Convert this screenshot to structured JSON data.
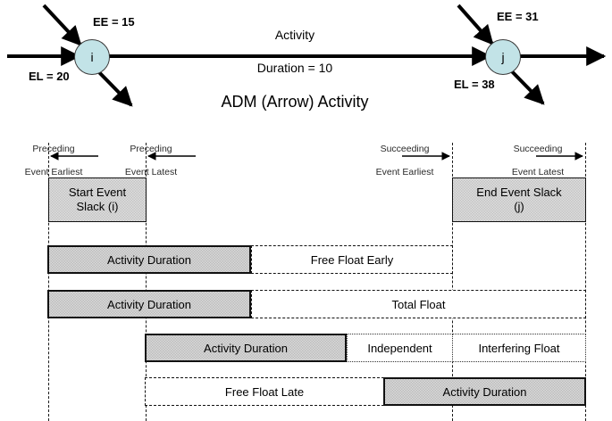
{
  "diagram": {
    "title": "ADM (Arrow) Activity",
    "caption_title": "ADM (Arrow) Activity",
    "activity_label": "Activity",
    "duration_label": "Duration = 10",
    "start_node": {
      "id": "i",
      "ee_label": "EE = 15",
      "el_label": "EL = 20"
    },
    "end_node": {
      "id": "j",
      "ee_label": "EE = 31",
      "el_label": "EL = 38"
    },
    "node_fill_color": "#c2e3e7",
    "line_color": "#000000"
  },
  "float_chart": {
    "headers": [
      {
        "line1": "Preceding",
        "line2": "Event Earliest",
        "arrow": "left"
      },
      {
        "line1": "Preceding",
        "line2": "Event Latest",
        "arrow": "left"
      },
      {
        "line1": "Succeeding",
        "line2": "Event Earliest",
        "arrow": "right"
      },
      {
        "line1": "Succeeding",
        "line2": "Event Latest",
        "arrow": "right"
      }
    ],
    "rows": [
      {
        "name": "event-slack-row",
        "bars": [
          {
            "label": "Start Event\nSlack (i)",
            "style": "thinsolid",
            "span": "ee_i-to-el_i"
          },
          {
            "label": "End Event Slack\n(j)",
            "style": "thinsolid",
            "span": "ee_j-to-el_j"
          }
        ]
      },
      {
        "name": "free-float-early-row",
        "bars": [
          {
            "label": "Activity Duration",
            "style": "solid",
            "span": "ee_i-to-duration"
          },
          {
            "label": "Free Float Early",
            "style": "dashed",
            "span": "duration-to-ee_j"
          }
        ]
      },
      {
        "name": "total-float-row",
        "bars": [
          {
            "label": "Activity Duration",
            "style": "solid",
            "span": "ee_i-to-duration"
          },
          {
            "label": "Total Float",
            "style": "dashed",
            "span": "duration-to-el_j"
          }
        ]
      },
      {
        "name": "independent-interfering-row",
        "bars": [
          {
            "label": "Activity Duration",
            "style": "solid",
            "span": "el_i-to-duration"
          },
          {
            "label": "Independent",
            "style": "dotted",
            "span": "duration-to-ee_j"
          },
          {
            "label": "Interfering Float",
            "style": "dotted",
            "span": "ee_j-to-el_j"
          }
        ]
      },
      {
        "name": "free-float-late-row",
        "bars": [
          {
            "label": "Free Float Late",
            "style": "dashed",
            "span": "el_i-to-start"
          },
          {
            "label": "Activity Duration",
            "style": "solid",
            "span": "start-to-el_j"
          }
        ]
      }
    ],
    "guide_color": "#1a1a1a",
    "bar_fill_color": "#d9d9d9"
  }
}
